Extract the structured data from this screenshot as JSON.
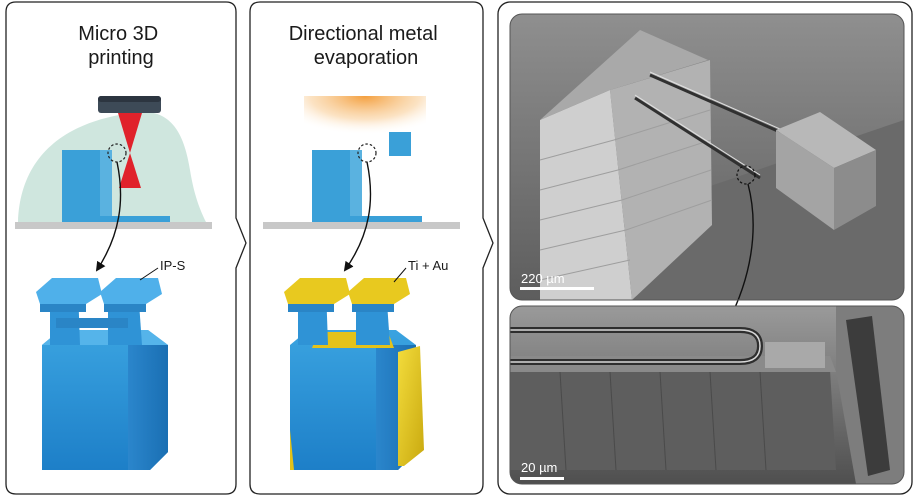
{
  "panels": {
    "printing": {
      "title": "Micro 3D\nprinting",
      "material_label": "IP-S"
    },
    "evaporation": {
      "title": "Directional metal\nevaporation",
      "coating_label": "Ti + Au"
    },
    "sem_overview": {
      "scalebar_label": "220 µm"
    },
    "sem_closeup": {
      "scalebar_label": "20 µm"
    }
  },
  "colors": {
    "structure_blue": "#3aa0d8",
    "resin_green": "#cfe6de",
    "laser_red": "#e0222b",
    "gold": "#e8c91f",
    "substrate_gray": "#c8c8c8",
    "glow_orange": "#f5a44a"
  }
}
